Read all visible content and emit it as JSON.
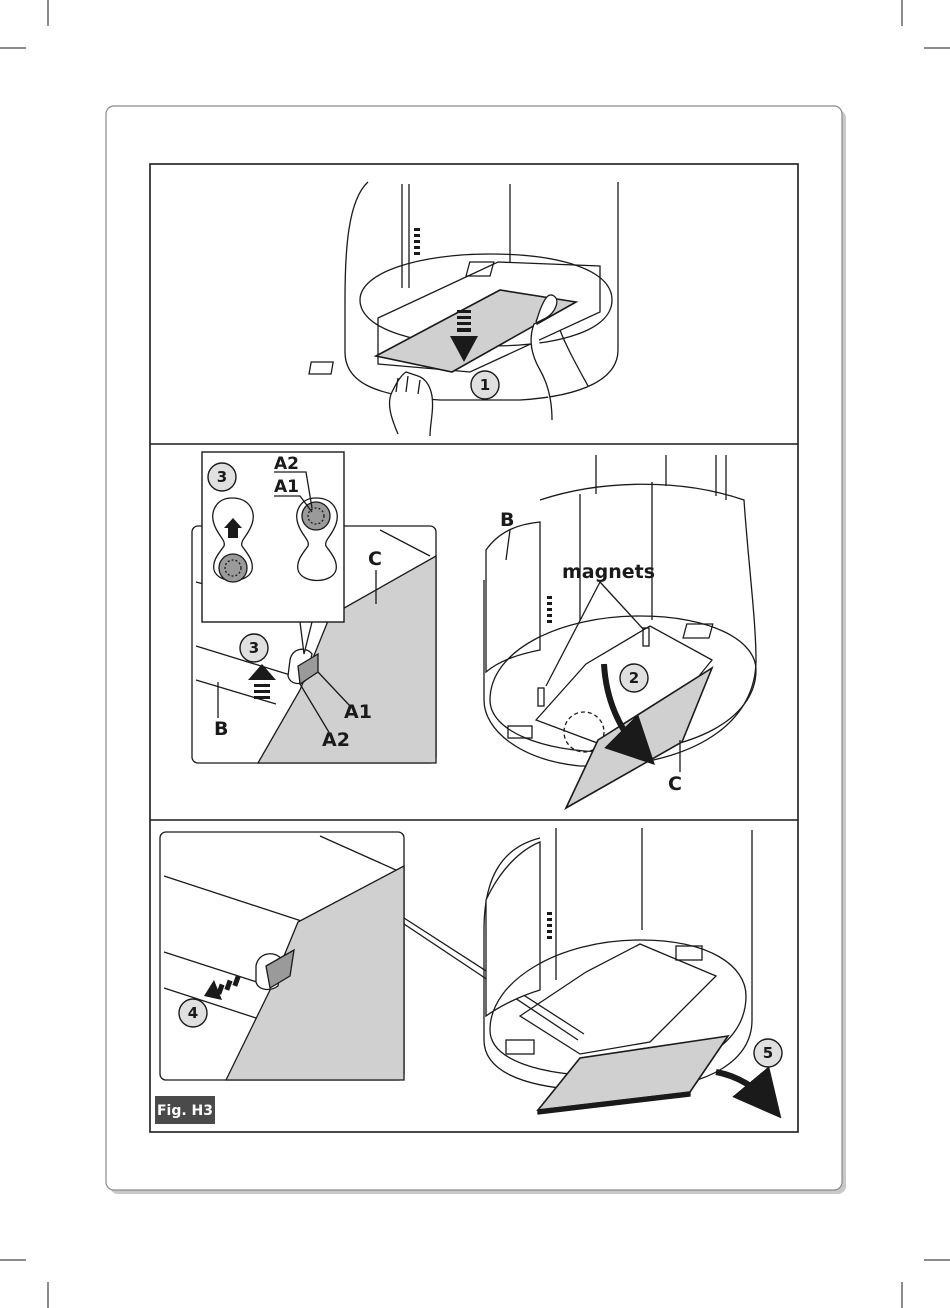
{
  "figure": {
    "tag": "Fig. H3",
    "colors": {
      "line": "#1a1a1a",
      "panel_fill": "#d0d0d0",
      "circle_fill": "#e0e0e0",
      "tag_fill": "#4a4a4a"
    }
  },
  "panel1": {
    "step": "1"
  },
  "panel2": {
    "inset_step": "3",
    "detail_a2": "A2",
    "detail_a1": "A1",
    "step_left": "3",
    "label_b_left": "B",
    "label_c_left": "C",
    "label_a1": "A1",
    "label_a2": "A2",
    "label_b_right": "B",
    "label_magnets": "magnets",
    "step_right": "2",
    "label_c_right": "C"
  },
  "panel3": {
    "step_left": "4",
    "step_right": "5"
  }
}
